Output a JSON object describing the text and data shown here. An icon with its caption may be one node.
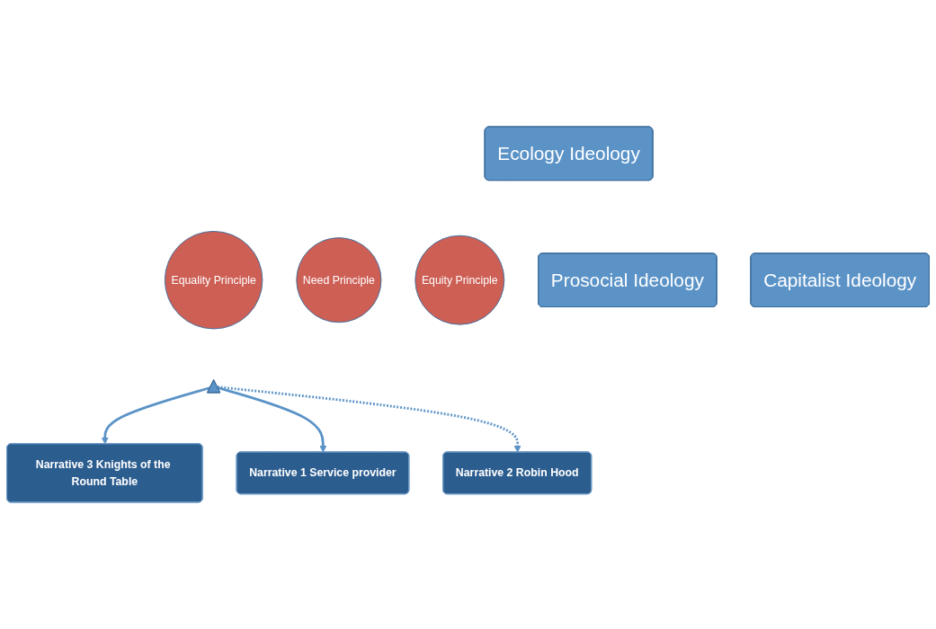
{
  "diagram": {
    "nodes": [
      {
        "text": [
          "Ecology Ideology"
        ]
      },
      {
        "text": [
          "Narrative 3 Knights of the Round Table"
        ]
      },
      {
        "text": [
          "Narrative 1 Service provider"
        ]
      },
      {
        "text": [],
        "shape": "triangle"
      },
      {
        "text": [
          "Equality Principle"
        ]
      },
      {
        "text": [
          "Need Principle"
        ]
      },
      {
        "text": [
          "Equity Principle"
        ]
      },
      {
        "text": [
          "Prosocial Ideology"
        ]
      },
      {
        "text": [
          "Capitalist Ideology"
        ]
      },
      {
        "text": [
          "Narrative 2 Robin Hood"
        ]
      }
    ],
    "edges": [
      {
        "from": 3,
        "to": 1,
        "arrow": "to"
      },
      {
        "from": 3,
        "to": 2,
        "arrow": "to"
      },
      {
        "from": 3,
        "to": 9,
        "arrow": "to",
        "style": "dashed"
      }
    ]
  }
}
